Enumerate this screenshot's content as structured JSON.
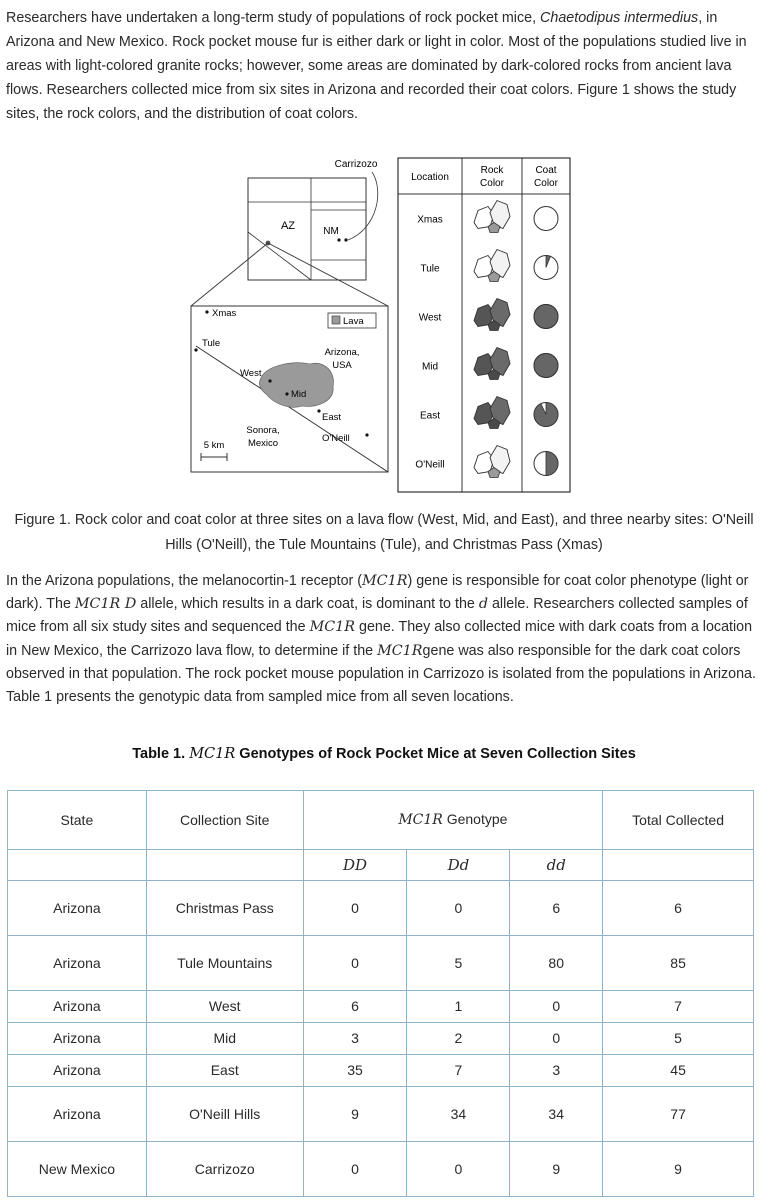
{
  "intro": {
    "part1": "Researchers have undertaken a long-term study of populations of rock pocket mice, ",
    "species": "Chaetodipus intermedius",
    "part2": ", in Arizona and New Mexico. Rock pocket mouse fur is either dark or light in color. Most of the populations studied live in areas with light-colored granite rocks; however, some areas are dominated by dark-colored rocks from ancient lava flows. Researchers collected mice from six sites in Arizona and recorded their coat colors. Figure 1 shows the study sites, the rock colors, and the distribution of coat colors."
  },
  "figure": {
    "map": {
      "carrizozo": "Carrizozo",
      "az": "AZ",
      "nm": "NM",
      "xmas": "Xmas",
      "lava_legend": "Lava",
      "tule": "Tule",
      "arizona_line1": "Arizona,",
      "arizona_line2": "USA",
      "west": "West",
      "mid": "Mid",
      "east": "East",
      "sonora_line1": "Sonora,",
      "sonora_line2": "Mexico",
      "oneill": "O'Neill",
      "scale": "5 km"
    },
    "panel": {
      "col_location": "Location",
      "col_rock_line1": "Rock",
      "col_rock_line2": "Color",
      "col_coat_line1": "Coat",
      "col_coat_line2": "Color",
      "rows": [
        {
          "location": "Xmas",
          "rock": "light",
          "dark_fraction": 0
        },
        {
          "location": "Tule",
          "rock": "light",
          "dark_fraction": 0.06
        },
        {
          "location": "West",
          "rock": "dark",
          "dark_fraction": 1
        },
        {
          "location": "Mid",
          "rock": "dark",
          "dark_fraction": 1
        },
        {
          "location": "East",
          "rock": "dark",
          "dark_fraction": 0.93
        },
        {
          "location": "O'Neill",
          "rock": "light",
          "dark_fraction": 0.5
        }
      ]
    },
    "caption": "Figure 1. Rock color and coat color at three sites on a lava flow (West, Mid, and East), and three nearby sites: O'Neill Hills (O'Neill), the Tule Mountains (Tule), and Christmas Pass (Xmas)"
  },
  "para2": {
    "t1": "In the Arizona populations, the melanocortin-1 receptor (",
    "g1": "MC1R",
    "t2": ") gene is responsible for coat color phenotype (light or dark). The ",
    "g2": "MC1R D",
    "t3": " allele, which results in a dark coat, is dominant to the ",
    "g3": "d",
    "t4": " allele. Researchers collected samples of mice from all six study sites and sequenced the ",
    "g4": "MC1R",
    "t5": " gene. They also collected mice with dark coats from a location in New Mexico, the Carrizozo lava flow, to determine if the ",
    "g5": "MC1R",
    "t6": "gene was also responsible for the dark coat colors observed in that population. The rock pocket mouse population in Carrizozo is isolated from the populations in Arizona. Table 1 presents the genotypic data from sampled mice from all seven locations."
  },
  "table": {
    "caption_prefix": "Table 1. ",
    "caption_gene": "MC1R",
    "caption_suffix": " Genotypes of Rock Pocket Mice at Seven Collection Sites",
    "headers": {
      "state": "State",
      "site": "Collection Site",
      "genotype_gene": "MC1R",
      "genotype_word": " Genotype",
      "total": "Total Collected",
      "dd_upper": "DD",
      "dd_mixed": "Dd",
      "dd_lower": "dd"
    },
    "rows": [
      {
        "state": "Arizona",
        "site": "Christmas Pass",
        "DD": "0",
        "Dd": "0",
        "dd": "6",
        "total": "6"
      },
      {
        "state": "Arizona",
        "site": "Tule Mountains",
        "DD": "0",
        "Dd": "5",
        "dd": "80",
        "total": "85"
      },
      {
        "state": "Arizona",
        "site": "West",
        "DD": "6",
        "Dd": "1",
        "dd": "0",
        "total": "7"
      },
      {
        "state": "Arizona",
        "site": "Mid",
        "DD": "3",
        "Dd": "2",
        "dd": "0",
        "total": "5"
      },
      {
        "state": "Arizona",
        "site": "East",
        "DD": "35",
        "Dd": "7",
        "dd": "3",
        "total": "45"
      },
      {
        "state": "Arizona",
        "site": "O'Neill Hills",
        "DD": "9",
        "Dd": "34",
        "dd": "34",
        "total": "77"
      },
      {
        "state": "New Mexico",
        "site": "Carrizozo",
        "DD": "0",
        "Dd": "0",
        "dd": "9",
        "total": "9"
      }
    ]
  }
}
